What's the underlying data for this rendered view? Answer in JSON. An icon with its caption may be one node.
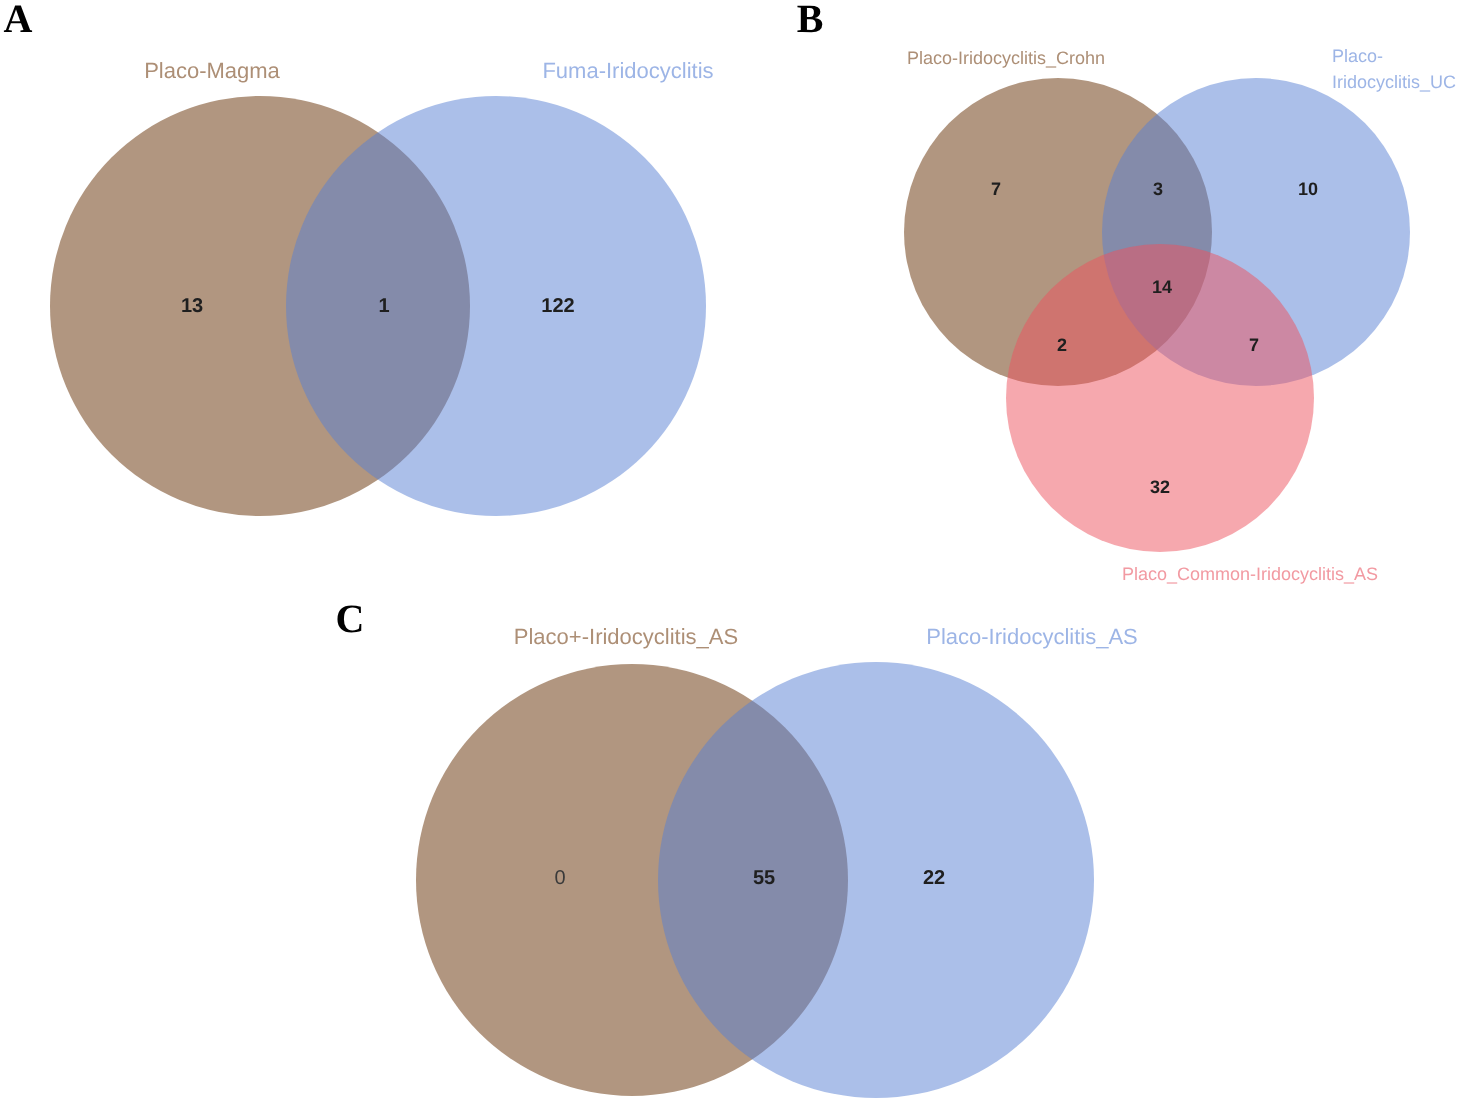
{
  "diagram": {
    "nodes": [
      {
        "text": [
          "Placo-Magma"
        ]
      },
      {
        "text": [
          "Fuma-Iridocyclitis"
        ]
      },
      {
        "text": [
          "Placo-Iridocyclitis_Crohn"
        ]
      },
      {
        "text": [
          "Placo-Iridocyclitis_UC"
        ]
      },
      {
        "text": [
          "Placo_Common-Iridocyclitis_AS"
        ]
      },
      {
        "text": [
          "Placo+-Iridocyclitis_AS"
        ]
      },
      {
        "text": [
          "Placo-Iridocyclitis_AS"
        ]
      }
    ],
    "labels": [
      "A",
      "13",
      "1",
      "122",
      "B",
      "7",
      "3",
      "10",
      "14",
      "2",
      "7",
      "32",
      "C",
      "0",
      "55",
      "22"
    ]
  }
}
